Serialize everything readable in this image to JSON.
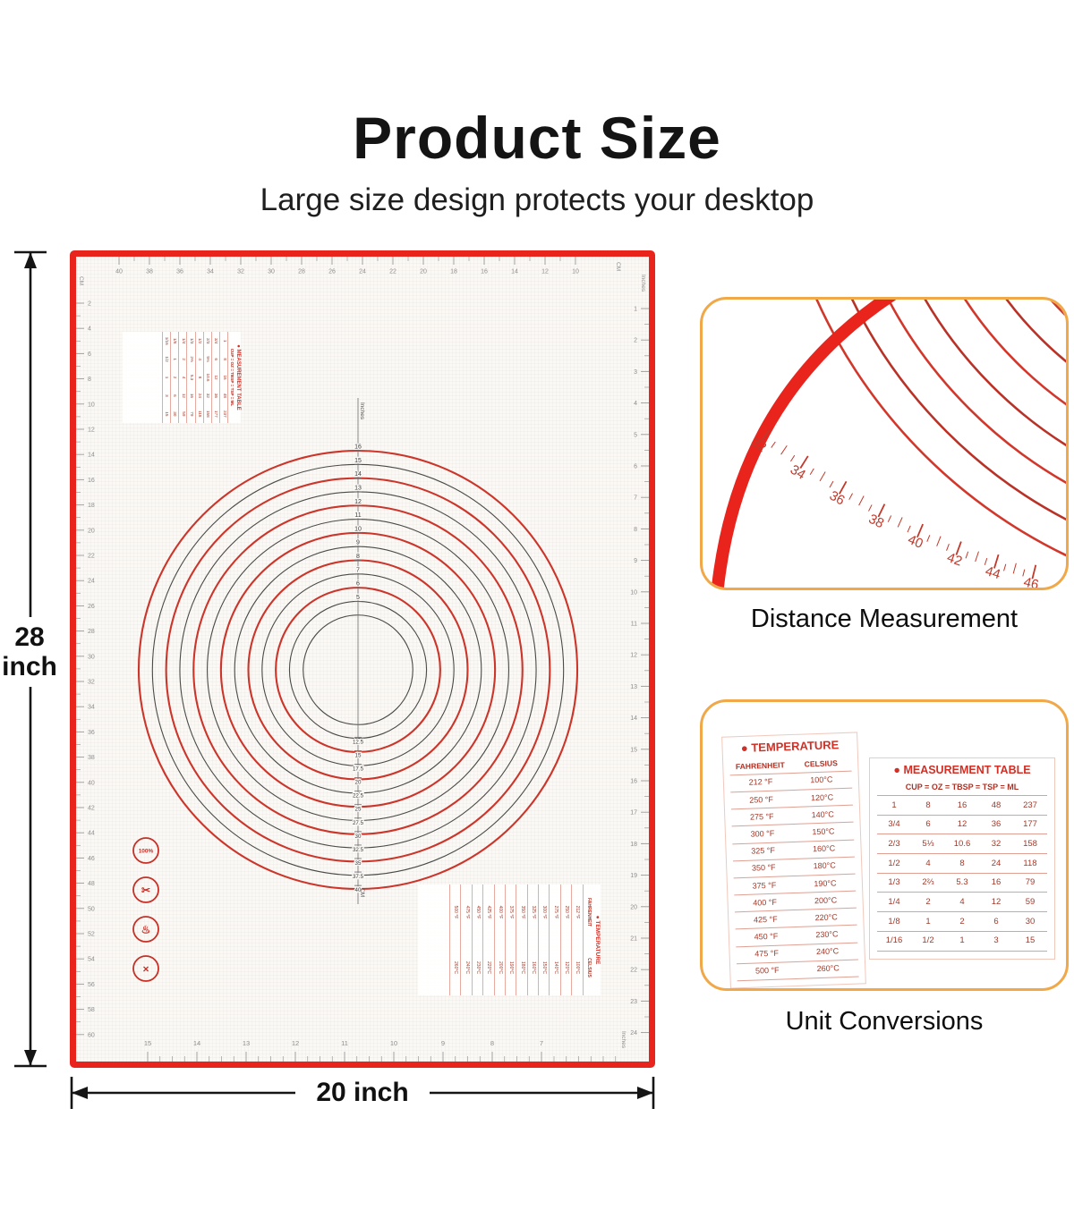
{
  "header": {
    "title": "Product Size",
    "subtitle": "Large size design protects your desktop"
  },
  "dimensions": {
    "height": "28 inch",
    "width": "20 inch"
  },
  "colors": {
    "mat_border": "#e8241d",
    "circle_red": "#cb352a",
    "circle_dark": "#4a4a46",
    "accent_red": "#c63026",
    "callout_border": "#f0a848"
  },
  "mat": {
    "top_ruler": {
      "unit": "CM",
      "numbers": [
        40,
        38,
        36,
        34,
        32,
        30,
        28,
        26,
        24,
        22,
        20,
        18,
        16,
        14,
        12,
        10
      ]
    },
    "left_ruler": {
      "unit": "CM",
      "numbers": [
        2,
        4,
        6,
        8,
        10,
        12,
        14,
        16,
        18,
        20,
        22,
        24,
        26,
        28,
        30,
        32,
        34,
        36,
        38,
        40,
        42,
        44,
        46,
        48,
        50,
        52,
        54,
        56,
        58,
        60
      ]
    },
    "right_ruler": {
      "unit": "Inches",
      "numbers": [
        1,
        2,
        3,
        4,
        5,
        6,
        7,
        8,
        9,
        10,
        11,
        12,
        13,
        14,
        15,
        16,
        17,
        18,
        19,
        20,
        21,
        22,
        23,
        24
      ]
    },
    "bottom_ruler": {
      "unit": "Inches",
      "numbers": [
        15,
        14,
        13,
        12,
        11,
        10,
        9,
        8,
        7
      ]
    },
    "circle_scale": {
      "top_unit": "Inches",
      "top_labels": [
        16,
        15,
        14,
        13,
        12,
        11,
        10,
        9,
        8,
        7,
        6,
        5
      ],
      "bottom_labels": [
        "12.5",
        "15",
        "17.5",
        "20",
        "22.5",
        "25",
        "27.5",
        "30",
        "32.5",
        "35",
        "37.5",
        "40"
      ],
      "bottom_unit": "CM"
    },
    "badges": [
      {
        "name": "percent-100-icon",
        "glyph": "100%"
      },
      {
        "name": "utensil-safe-icon",
        "glyph": "✂"
      },
      {
        "name": "heat-resistant-icon",
        "glyph": "♨"
      },
      {
        "name": "no-sharp-objects-icon",
        "glyph": "×"
      }
    ]
  },
  "temperature_table": {
    "title": "TEMPERATURE",
    "headers": [
      "FAHRENHEIT",
      "CELSIUS"
    ],
    "rows": [
      [
        "212 °F",
        "100°C"
      ],
      [
        "250 °F",
        "120°C"
      ],
      [
        "275 °F",
        "140°C"
      ],
      [
        "300 °F",
        "150°C"
      ],
      [
        "325 °F",
        "160°C"
      ],
      [
        "350 °F",
        "180°C"
      ],
      [
        "375 °F",
        "190°C"
      ],
      [
        "400 °F",
        "200°C"
      ],
      [
        "425 °F",
        "220°C"
      ],
      [
        "450 °F",
        "230°C"
      ],
      [
        "475 °F",
        "240°C"
      ],
      [
        "500 °F",
        "260°C"
      ]
    ]
  },
  "measurement_table": {
    "title": "MEASUREMENT TABLE",
    "headers": [
      "CUP",
      "OZ",
      "TBSP",
      "TSP",
      "ML"
    ],
    "rows": [
      [
        "1",
        "8",
        "16",
        "48",
        "237"
      ],
      [
        "3/4",
        "6",
        "12",
        "36",
        "177"
      ],
      [
        "2/3",
        "5⅓",
        "10.6",
        "32",
        "158"
      ],
      [
        "1/2",
        "4",
        "8",
        "24",
        "118"
      ],
      [
        "1/3",
        "2⅔",
        "5.3",
        "16",
        "79"
      ],
      [
        "1/4",
        "2",
        "4",
        "12",
        "59"
      ],
      [
        "1/8",
        "1",
        "2",
        "6",
        "30"
      ],
      [
        "1/16",
        "1/2",
        "1",
        "3",
        "15"
      ]
    ]
  },
  "callouts": [
    {
      "caption": "Distance Measurement",
      "ruler_numbers": [
        32,
        34,
        36,
        38,
        40,
        42,
        44,
        46
      ]
    },
    {
      "caption": "Unit Conversions"
    }
  ]
}
